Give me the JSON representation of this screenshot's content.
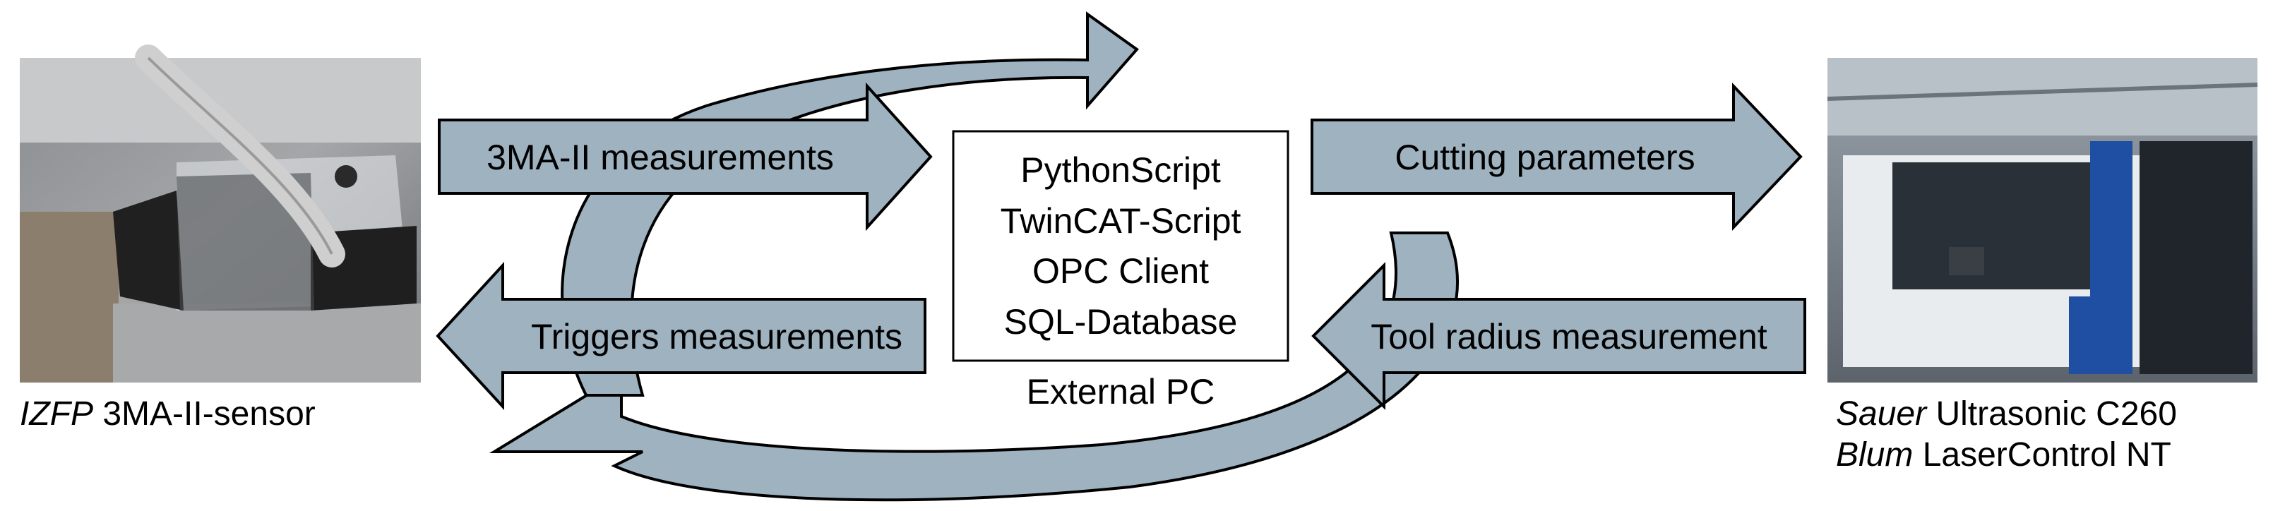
{
  "left_device": {
    "caption_brand": "IZFP",
    "caption_model": "3MA-II-sensor"
  },
  "right_device": {
    "caption_line1_brand": "Sauer",
    "caption_line1_model": "Ultrasonic C260",
    "caption_line2_brand": "Blum",
    "caption_line2_model": "LaserControl NT"
  },
  "arrows": {
    "top_left": "3MA-II measurements",
    "bottom_left": "Triggers measurements",
    "top_right": "Cutting parameters",
    "bottom_right": "Tool radius measurement"
  },
  "center_box": {
    "lines": [
      "PythonScript",
      "TwinCAT-Script",
      "OPC Client",
      "SQL-Database"
    ],
    "caption": "External PC"
  },
  "colors": {
    "arrow_fill": "#9fb2c0",
    "arrow_stroke": "#000000"
  }
}
